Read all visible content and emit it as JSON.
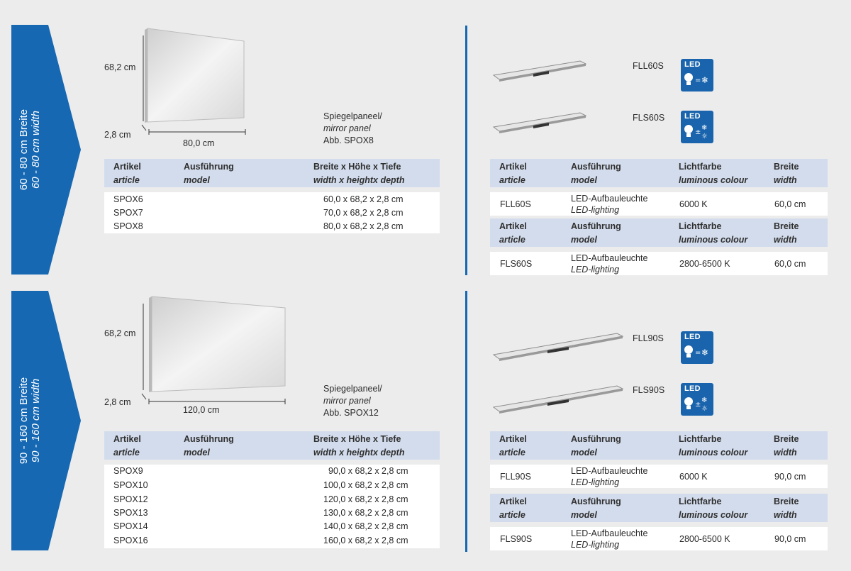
{
  "sections": [
    {
      "tab": {
        "line1": "60 - 80 cm Breite",
        "line2": "60 - 80 cm width"
      },
      "mirror": {
        "height_label": "68,2 cm",
        "depth_label": "2,8 cm",
        "width_label": "80,0 cm",
        "caption": {
          "line1": "Spiegelpaneel/",
          "line2": "mirror panel",
          "line3": "Abb. SPOX8"
        }
      },
      "mirror_table": {
        "headers": [
          {
            "de": "Artikel",
            "en": "article"
          },
          {
            "de": "Ausführung",
            "en": "model"
          },
          {
            "de": "Breite x Höhe x Tiefe",
            "en": "width x heightx depth"
          }
        ],
        "rows": [
          {
            "article": "SPOX6",
            "dims": "60,0 x 68,2 x 2,8 cm"
          },
          {
            "article": "SPOX7",
            "dims": "70,0 x 68,2 x 2,8 cm"
          },
          {
            "article": "SPOX8",
            "dims": "80,0 x 68,2 x 2,8 cm"
          }
        ]
      },
      "lamps": [
        {
          "code": "FLL60S",
          "badge": "LED",
          "badge_sym": "="
        },
        {
          "code": "FLS60S",
          "badge": "LED",
          "badge_sym": "±"
        }
      ],
      "lamp_headers": [
        {
          "de": "Artikel",
          "en": "article"
        },
        {
          "de": "Ausführung",
          "en": "model"
        },
        {
          "de": "Lichtfarbe",
          "en": "luminous colour"
        },
        {
          "de": "Breite",
          "en": "width"
        }
      ],
      "lamp_rows": [
        {
          "article": "FLL60S",
          "model_de": "LED-Aufbauleuchte",
          "model_en": "LED-lighting",
          "colour": "6000 K",
          "width": "60,0 cm"
        },
        {
          "article": "FLS60S",
          "model_de": "LED-Aufbauleuchte",
          "model_en": "LED-lighting",
          "colour": "2800-6500 K",
          "width": "60,0 cm"
        }
      ]
    },
    {
      "tab": {
        "line1": "90 - 160 cm Breite",
        "line2": "90 - 160 cm width"
      },
      "mirror": {
        "height_label": "68,2 cm",
        "depth_label": "2,8 cm",
        "width_label": "120,0 cm",
        "caption": {
          "line1": "Spiegelpaneel/",
          "line2": "mirror panel",
          "line3": "Abb. SPOX12"
        }
      },
      "mirror_table": {
        "headers": [
          {
            "de": "Artikel",
            "en": "article"
          },
          {
            "de": "Ausführung",
            "en": "model"
          },
          {
            "de": "Breite x Höhe x Tiefe",
            "en": "width x heightx depth"
          }
        ],
        "rows": [
          {
            "article": "SPOX9",
            "dims": "90,0 x 68,2 x 2,8 cm"
          },
          {
            "article": "SPOX10",
            "dims": "100,0 x 68,2 x 2,8 cm"
          },
          {
            "article": "SPOX12",
            "dims": "120,0 x 68,2 x 2,8 cm"
          },
          {
            "article": "SPOX13",
            "dims": "130,0 x 68,2 x 2,8 cm"
          },
          {
            "article": "SPOX14",
            "dims": "140,0 x 68,2 x 2,8 cm"
          },
          {
            "article": "SPOX16",
            "dims": "160,0 x 68,2 x 2,8 cm"
          }
        ]
      },
      "lamps": [
        {
          "code": "FLL90S",
          "badge": "LED",
          "badge_sym": "="
        },
        {
          "code": "FLS90S",
          "badge": "LED",
          "badge_sym": "±"
        }
      ],
      "lamp_headers": [
        {
          "de": "Artikel",
          "en": "article"
        },
        {
          "de": "Ausführung",
          "en": "model"
        },
        {
          "de": "Lichtfarbe",
          "en": "luminous colour"
        },
        {
          "de": "Breite",
          "en": "width"
        }
      ],
      "lamp_rows": [
        {
          "article": "FLL90S",
          "model_de": "LED-Aufbauleuchte",
          "model_en": "LED-lighting",
          "colour": "6000 K",
          "width": "90,0 cm"
        },
        {
          "article": "FLS90S",
          "model_de": "LED-Aufbauleuchte",
          "model_en": "LED-lighting",
          "colour": "2800-6500 K",
          "width": "90,0 cm"
        }
      ]
    }
  ],
  "colors": {
    "accent": "#1668b3",
    "header_bg": "#d3dcec",
    "page_bg": "#ececec"
  }
}
